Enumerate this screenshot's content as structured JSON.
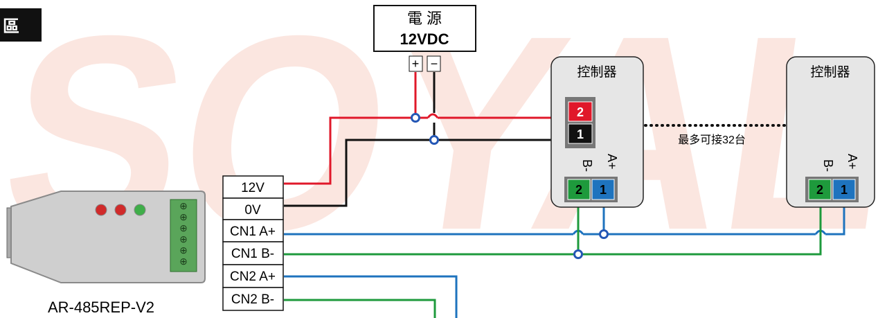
{
  "corner_label": "區",
  "watermark": "SOYAL",
  "power": {
    "title": "電 源",
    "voltage": "12VDC",
    "plus": "+",
    "minus": "−"
  },
  "device": {
    "name": "AR-485REP-V2"
  },
  "terminals": [
    "12V",
    "0V",
    "CN1 A+",
    "CN1 B-",
    "CN2 A+",
    "CN2 B-"
  ],
  "controllers": [
    {
      "title": "控制器",
      "power_pins": [
        "2",
        "1"
      ],
      "bus_pins": [
        "2",
        "1"
      ],
      "bus_labels": [
        "B-",
        "A+"
      ]
    },
    {
      "title": "控制器",
      "bus_pins": [
        "2",
        "1"
      ],
      "bus_labels": [
        "B-",
        "A+"
      ]
    }
  ],
  "max_note": "最多可接32台",
  "colors": {
    "red_wire": "#e0182a",
    "black_wire": "#111111",
    "blue_wire": "#1e73be",
    "green_wire": "#1e9a3c",
    "junction": "#2457b5",
    "watermark": "#fbe6e0",
    "controller_fill": "#e6e6e6",
    "pin_green": "#1e9a3c",
    "pin_blue": "#1e73be",
    "pin_red": "#e0182a",
    "pin_black": "#111111"
  }
}
